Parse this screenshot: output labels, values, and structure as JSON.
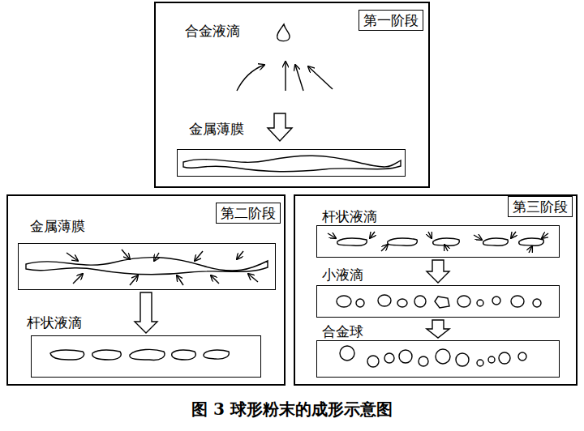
{
  "diagram": {
    "caption": "图 3 球形粉末的成形示意图",
    "nodes": [
      {
        "text": [
          "第一阶段"
        ]
      },
      {
        "text": [
          "金属薄膜"
        ],
        "in": 0
      },
      {
        "text": [
          "第二阶段"
        ]
      },
      {
        "text": [
          "金属薄膜"
        ],
        "in": 2
      },
      {
        "text": [
          "杆状液滴"
        ],
        "in": 2
      },
      {
        "text": [
          "第三阶段"
        ]
      },
      {
        "text": [
          "杆状液滴"
        ],
        "in": 5
      },
      {
        "text": [
          "小液滴"
        ],
        "in": 5
      },
      {
        "text": [
          "合金球"
        ],
        "in": 5
      }
    ],
    "edges": [
      {
        "from": 3,
        "to": 4,
        "arrow": "to"
      },
      {
        "from": 6,
        "to": 7,
        "arrow": "to"
      },
      {
        "from": 7,
        "to": 8,
        "arrow": "to"
      }
    ],
    "labels": [
      "合金液滴"
    ]
  }
}
